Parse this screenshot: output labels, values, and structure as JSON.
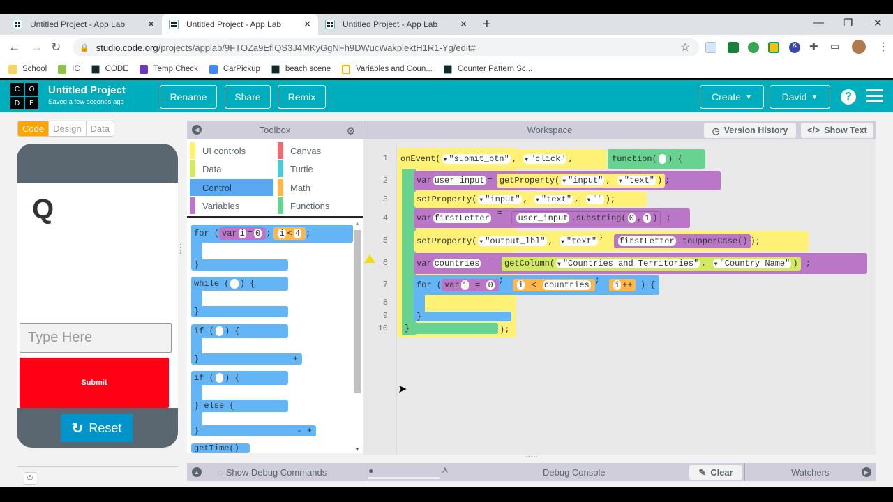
{
  "browser": {
    "tabs": [
      {
        "title": "Untitled Project - App Lab",
        "active": false
      },
      {
        "title": "Untitled Project - App Lab",
        "active": true
      },
      {
        "title": "Untitled Project - App Lab",
        "active": false
      }
    ],
    "new_tab": "+",
    "url_host": "studio.code.org",
    "url_path": "/projects/applab/9FTOZa9EfIQS3J4MKyGgNFh9DWucWakplektH1R1-Yg/edit#",
    "bookmarks": [
      {
        "label": "School",
        "color": "#f6d365"
      },
      {
        "label": "IC",
        "color": "#8bc34a"
      },
      {
        "label": "CODE",
        "color": "#222222"
      },
      {
        "label": "Temp Check",
        "color": "#673ab7"
      },
      {
        "label": "CarPickup",
        "color": "#4285f4"
      },
      {
        "label": "beach scene",
        "color": "#222222"
      },
      {
        "label": "Variables and Coun...",
        "color": "#f4b400"
      },
      {
        "label": "Counter Pattern Sc...",
        "color": "#222222"
      }
    ]
  },
  "header": {
    "logo_letters": [
      "C",
      "O",
      "D",
      "E"
    ],
    "project_title": "Untitled Project",
    "saved_status": "Saved a few seconds ago",
    "buttons": {
      "rename": "Rename",
      "share": "Share",
      "remix": "Remix",
      "create": "Create",
      "user": "David"
    },
    "help": "?"
  },
  "mode_tabs": [
    "Code",
    "Design",
    "Data"
  ],
  "app_preview": {
    "label_text": "Q",
    "input_placeholder": "Type Here",
    "submit_label": "Submit",
    "reset_label": "Reset",
    "copyright": "©"
  },
  "toolbox": {
    "title": "Toolbox",
    "categories": [
      {
        "label": "UI controls",
        "color": "#fff176"
      },
      {
        "label": "Canvas",
        "color": "#f06c73"
      },
      {
        "label": "Data",
        "color": "#d3e965"
      },
      {
        "label": "Turtle",
        "color": "#4dc9d8"
      },
      {
        "label": "Control",
        "color": "#59a8f0",
        "selected": true
      },
      {
        "label": "Math",
        "color": "#ffb74d"
      },
      {
        "label": "Variables",
        "color": "#bb77c7"
      },
      {
        "label": "Functions",
        "color": "#68d391"
      }
    ],
    "blocks": {
      "for_kw": "for (",
      "var_kw": "var",
      "i": "i",
      "eq": "=",
      "zero": "0",
      "semi": ";",
      "lt": "<",
      "four": "4",
      "close": "}",
      "while_kw": "while (",
      "brace_open": ") {",
      "if_kw": "if (",
      "else_kw": "} else {",
      "plus": "+",
      "minus": "-",
      "gettime": "getTime()"
    }
  },
  "workspace": {
    "title": "Workspace",
    "version_history": "Version History",
    "show_text": "Show Text",
    "line_numbers": [
      "1",
      "2",
      "3",
      "4",
      "5",
      "6",
      "7",
      "8",
      "9",
      "10"
    ],
    "code": {
      "l1_onevent": "onEvent(",
      "l1_id": "\"submit_btn\"",
      "l1_evt": "\"click\"",
      "l1_func": "function(",
      "l1_func_end": ") {",
      "l2_var": "var",
      "l2_name": "user_input",
      "l2_eq": "=",
      "l2_get": "getProperty(",
      "l2_a": "\"input\"",
      "l2_b": "\"text\"",
      "l3_set": "setProperty(",
      "l3_a": "\"input\"",
      "l3_b": "\"text\"",
      "l3_c": "\"\"",
      "l4_var": "var",
      "l4_name": "firstLetter",
      "l4_src": "user_input",
      "l4_sub": ".substring(",
      "l4_a": "0",
      "l4_b": "1",
      "l5_set": "setProperty(",
      "l5_a": "\"output_lbl\"",
      "l5_b": "\"text\"",
      "l5_c": "firstLetter",
      "l5_up": ".toUpperCase()",
      "l6_var": "var",
      "l6_name": "countries",
      "l6_get": "getColumn(",
      "l6_a": "\"Countries and Territories\"",
      "l6_b": "\"Country Name\"",
      "l7_for": "for (",
      "l7_var": "var",
      "l7_i": "i",
      "l7_zero": "0",
      "l7_cond": "countries",
      "l7_inc": "++",
      "l10_end": "});"
    }
  },
  "bottom": {
    "show_debug": "Show Debug Commands",
    "debug_console": "Debug Console",
    "clear": "Clear",
    "watchers": "Watchers"
  },
  "colors": {
    "header_teal": "#00adbc",
    "code_tab_orange": "#ffa400",
    "submit_red": "#ff0015",
    "reset_blue": "#0094ca",
    "panel_header": "#d0ceda"
  }
}
